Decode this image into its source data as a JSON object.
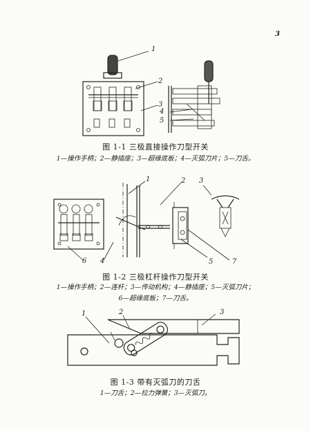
{
  "page_number": "3",
  "figures": [
    {
      "caption": "图 1-1   三极直接操作刀型开关",
      "legend": [
        "1—操作手柄；2—静插座；3—超缘底板；4—灭弧刀片；5—刀舌。"
      ],
      "callouts": [
        "1",
        "2",
        "3",
        "4",
        "5"
      ]
    },
    {
      "caption": "图 1-2   三极杠杆操作刀型开关",
      "legend": [
        "1—操作手柄；2—连杆；3—传动机构；4—静插座；5—灭弧刀片；",
        "6—超缘底板；7—刀舌。"
      ],
      "callouts": [
        "1",
        "2",
        "3",
        "4",
        "5",
        "6",
        "7"
      ]
    },
    {
      "caption": "图 1-3   带有灭弧刀的刀舌",
      "legend": [
        "1—刀舌；2—拉力弹簧；3—灭弧刀。"
      ],
      "callouts": [
        "1",
        "2",
        "3"
      ]
    }
  ]
}
